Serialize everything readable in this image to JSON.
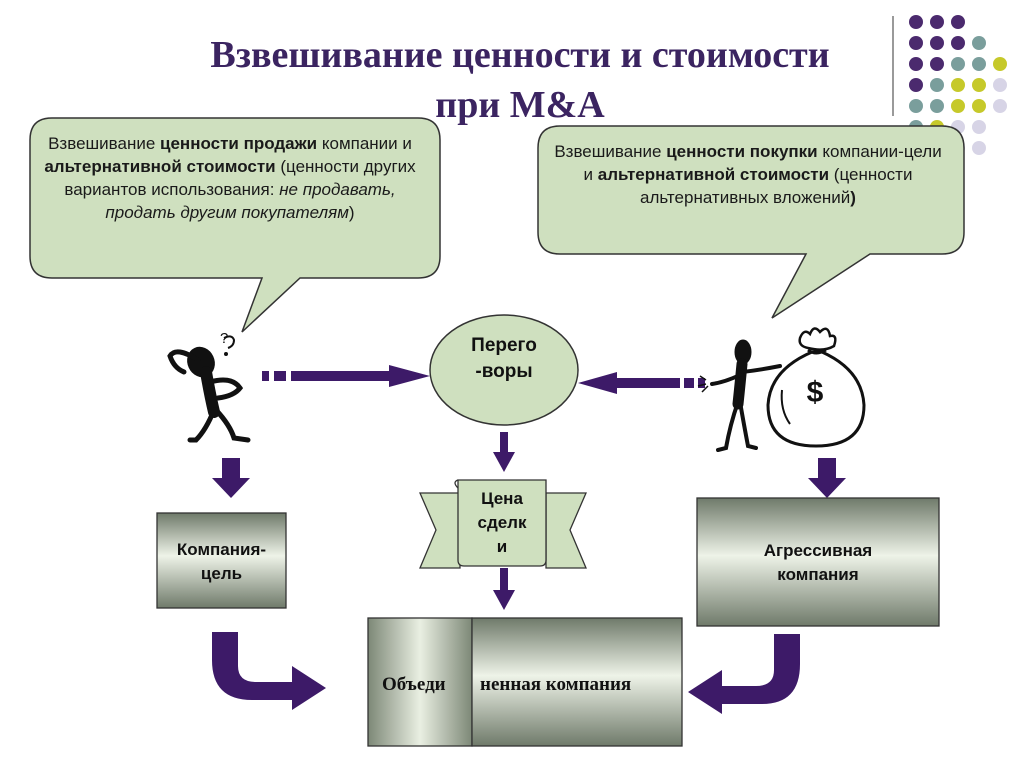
{
  "title": {
    "line1": "Взвешивание ценности и стоимости",
    "line2": "при M&A"
  },
  "left_callout": {
    "p1": "Взвешивание ",
    "b1": "ценности продажи",
    "p2": " компании и ",
    "b2": "альтернативной стоимости",
    "p3": " (ценности других вариантов использования: ",
    "i1": "не продавать, продать другим покупателям",
    "p4": ")"
  },
  "right_callout": {
    "p1": "Взвешивание ",
    "b1": "ценности покупки",
    "p2": " компании-цели и ",
    "b2": "альтернативной стоимости",
    "p3": " (ценности альтернативных вложений",
    "b3": ")"
  },
  "negotiations": {
    "line1": "Перего",
    "line2": "-воры"
  },
  "deal_price": {
    "line1": "Цена",
    "line2": "сделк",
    "line3": "и"
  },
  "target_company": {
    "line1": "Компания-",
    "line2": "цель"
  },
  "aggressive_company": {
    "line1": "Агрессивная",
    "line2": "компания"
  },
  "merged_company": {
    "part1": "Объеди",
    "part2": "ненная компания"
  },
  "icons": {
    "seller": "thinking-stick-figure",
    "buyer": "stick-figure-with-money-bag",
    "money": "dollar-sign"
  },
  "colors": {
    "title": "#3b2461",
    "callout_fill": "#cfe0bf",
    "arrow": "#3d1a68",
    "dot_purple": "#4b2a6e",
    "dot_teal": "#7a9e9c",
    "dot_lime": "#c6c92a",
    "dot_lavender": "#d7d4e6"
  }
}
